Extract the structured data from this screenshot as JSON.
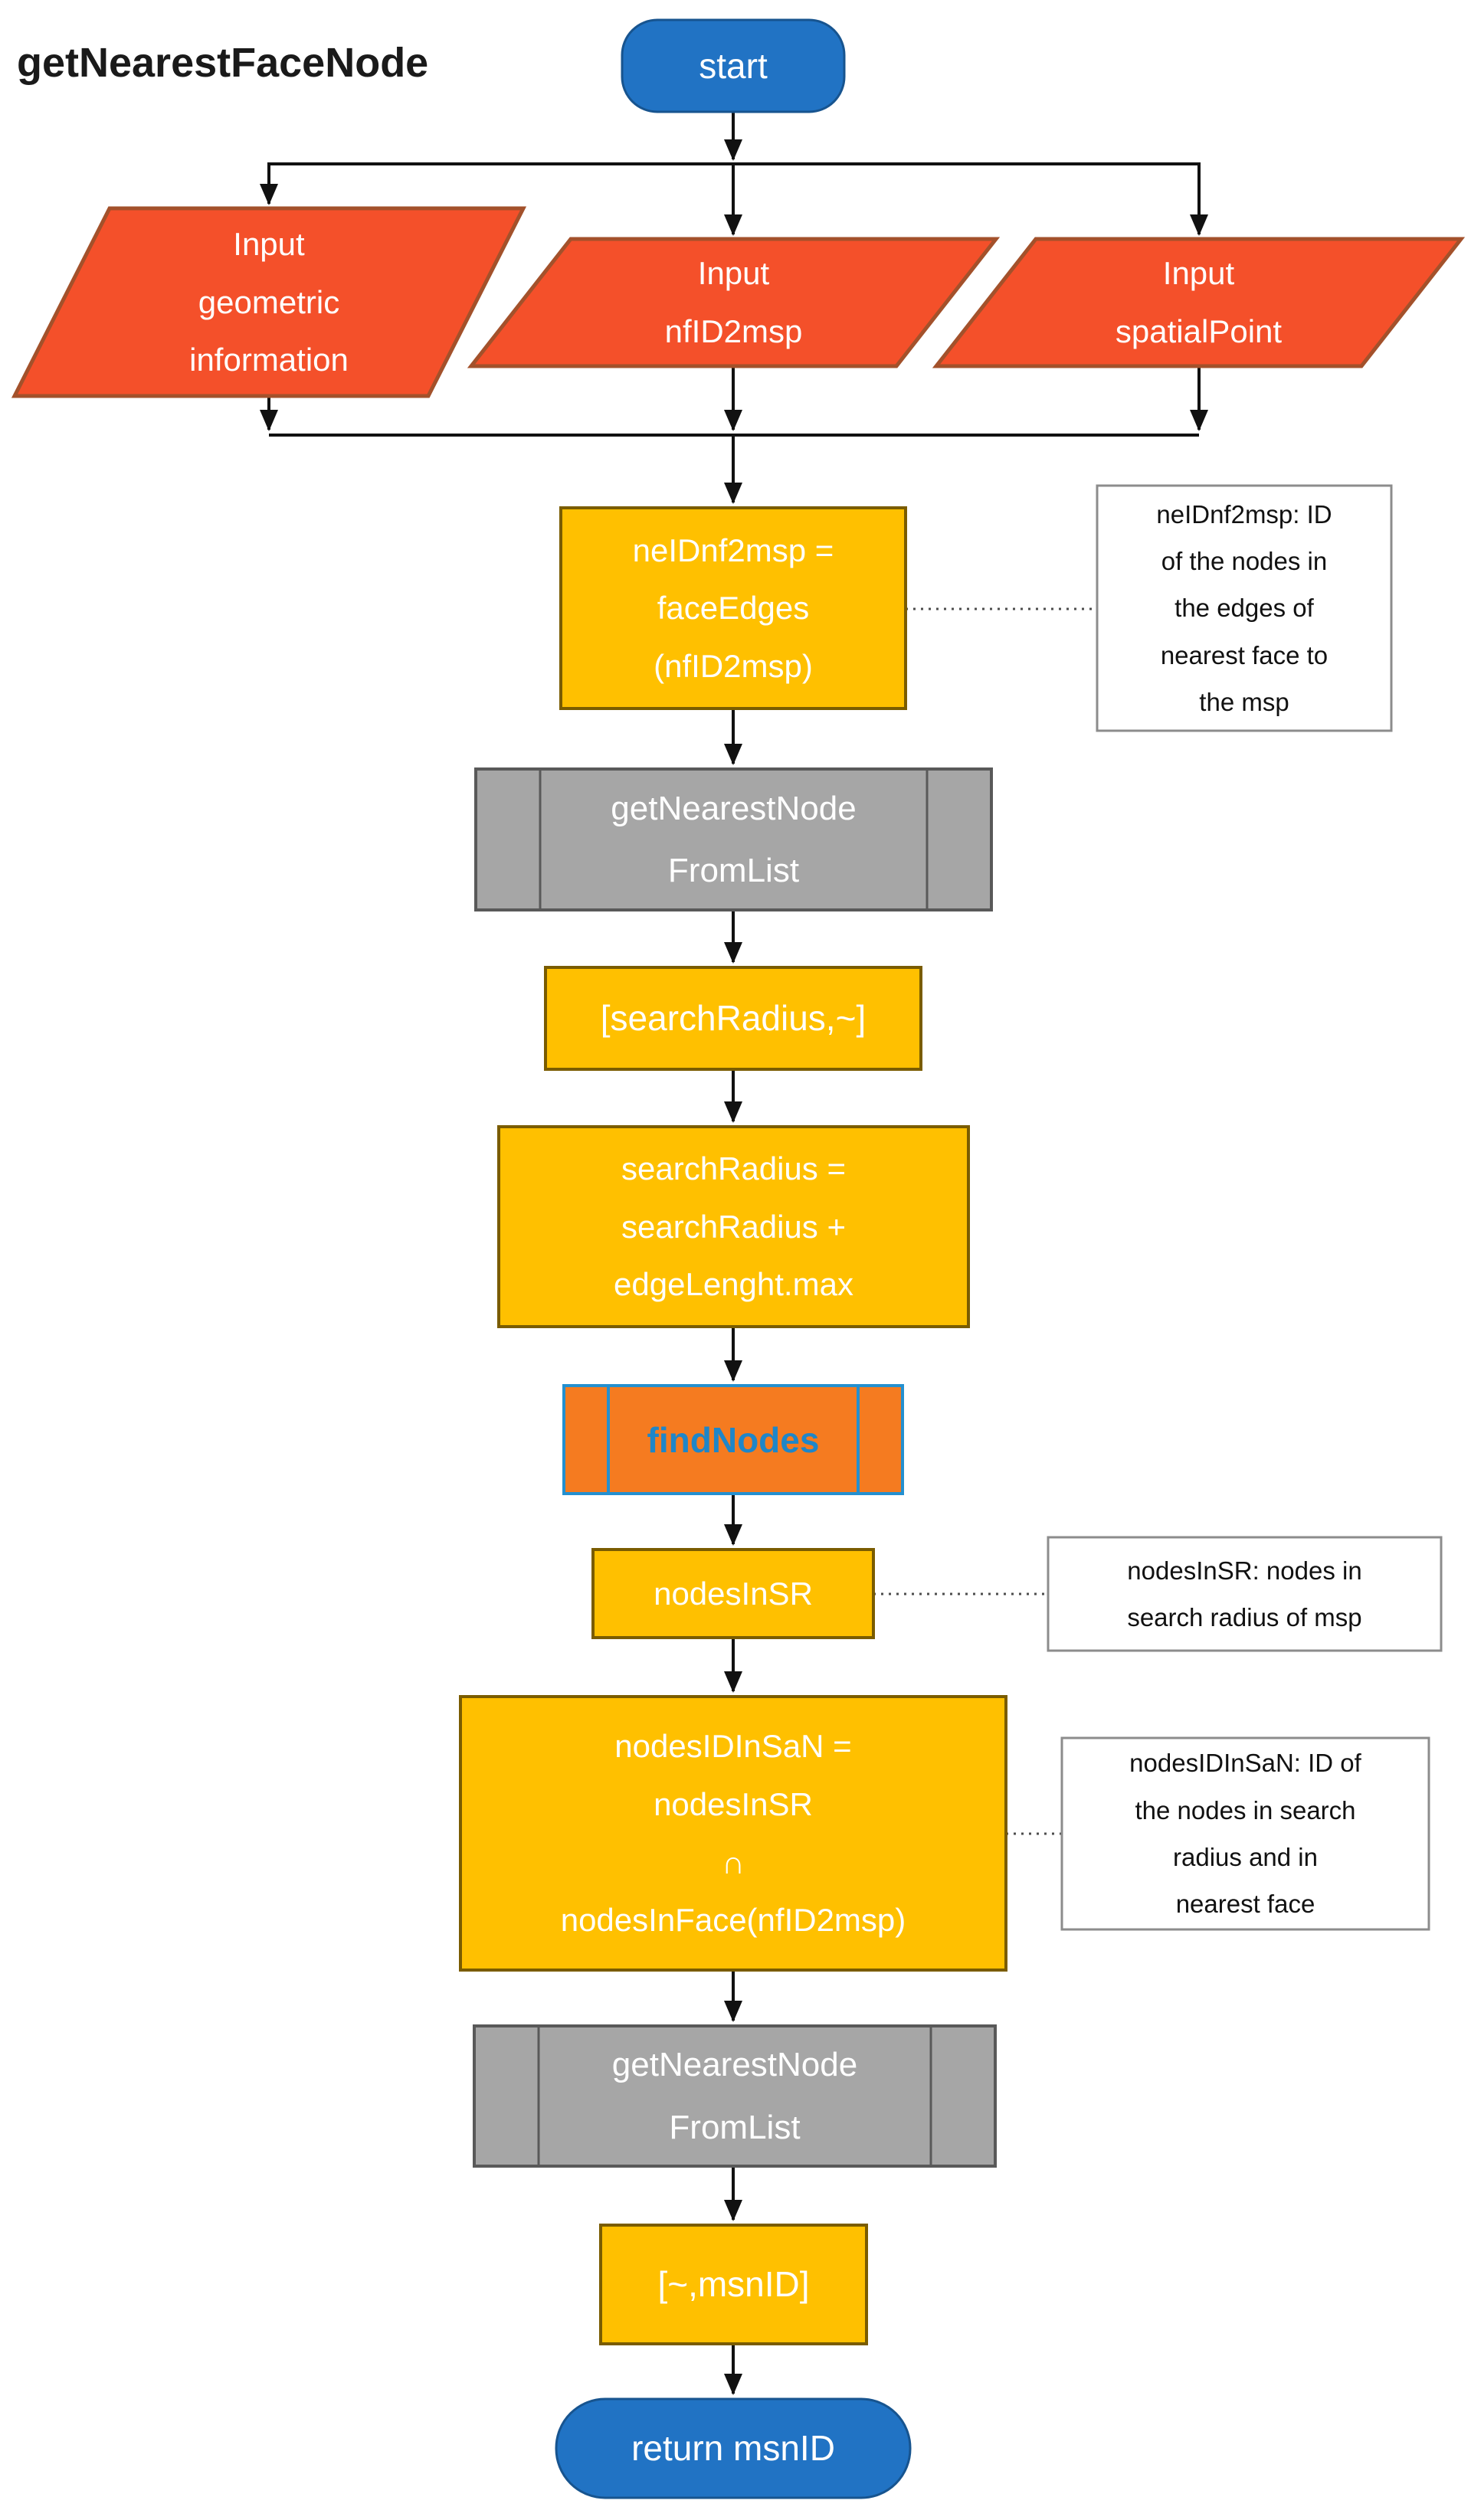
{
  "title": "getNearestFaceNode",
  "nodes": {
    "start": "start",
    "input_geometric": "Input\ngeometric\ninformation",
    "input_nfid2msp": "Input\nnfID2msp",
    "input_spatialpoint": "Input\nspatialPoint",
    "face_edges": "neIDnf2msp =\nfaceEdges\n(nfID2msp)",
    "get_nearest_node_1": "getNearestNode\nFromList",
    "search_radius_out": "[searchRadius,~]",
    "search_radius_update": "searchRadius =\nsearchRadius +\nedgeLenght.max",
    "find_nodes": "findNodes",
    "nodes_in_sr": "nodesInSR",
    "nodes_id_in_san": "nodesIDInSaN =\nnodesInSR\n∩\nnodesInFace(nfID2msp)",
    "get_nearest_node_2": "getNearestNode\nFromList",
    "msn_id_out": "[~,msnID]",
    "end": "return msnID"
  },
  "notes": {
    "note1": "neIDnf2msp: ID\nof the nodes in\nthe edges of\nnearest face to\nthe msp",
    "note2": "nodesInSR: nodes in\nsearch radius of msp",
    "note3": "nodesIDInSaN: ID of\nthe nodes in search\nradius and in\nnearest face"
  },
  "colors": {
    "terminator_blue": "#2173C4",
    "terminator_border": "#17548F",
    "input_orange": "#F4502A",
    "input_border": "#A3512B",
    "process_gold": "#FFC000",
    "process_border": "#7A5C00",
    "subroutine_gray": "#A6A6A6",
    "subroutine_border": "#595959",
    "findnodes_orange": "#F57B20",
    "findnodes_border": "#2490D0",
    "note_border": "#8C8C8C",
    "arrow_black": "#111111"
  }
}
